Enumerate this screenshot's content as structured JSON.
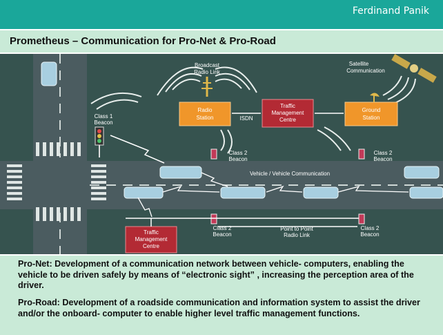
{
  "header": {
    "author": "Ferdinand Panik"
  },
  "title": "Prometheus – Communication for Pro-Net & Pro-Road",
  "diagram": {
    "broadcast": "Broadcast",
    "radio_link": "Radio Link",
    "satellite": "Satellite",
    "communication": "Communication",
    "radio_station": [
      "Radio",
      "Station"
    ],
    "isdn": "ISDN",
    "tmc_top": [
      "Traffic",
      "Management",
      "Centre"
    ],
    "ground_station": [
      "Ground",
      "Station"
    ],
    "class1": [
      "Class 1",
      "Beacon"
    ],
    "class2": [
      "Class 2",
      "Beacon"
    ],
    "v2v": "Vehicle / Vehicle Communication",
    "tmc_bottom": [
      "Traffic",
      "Management",
      "Centre"
    ],
    "p2p": [
      "Point to Point",
      "Radio Link"
    ]
  },
  "description": {
    "p1": "Pro-Net: Development of a communication network between vehicle- computers, enabling the vehicle to be driven safely by means of “electronic sight” , increasing the perception area of the driver.",
    "p2": "Pro-Road: Development of a roadside communication and information system to assist the driver and/or the onboard- computer to enable higher level traffic management functions."
  },
  "colors": {
    "header": "#1aa79a",
    "band": "#c9ead7",
    "road": "#4a5a5e",
    "ground": "#36534f",
    "station": "#f0962a",
    "tmc": "#b32a34"
  }
}
